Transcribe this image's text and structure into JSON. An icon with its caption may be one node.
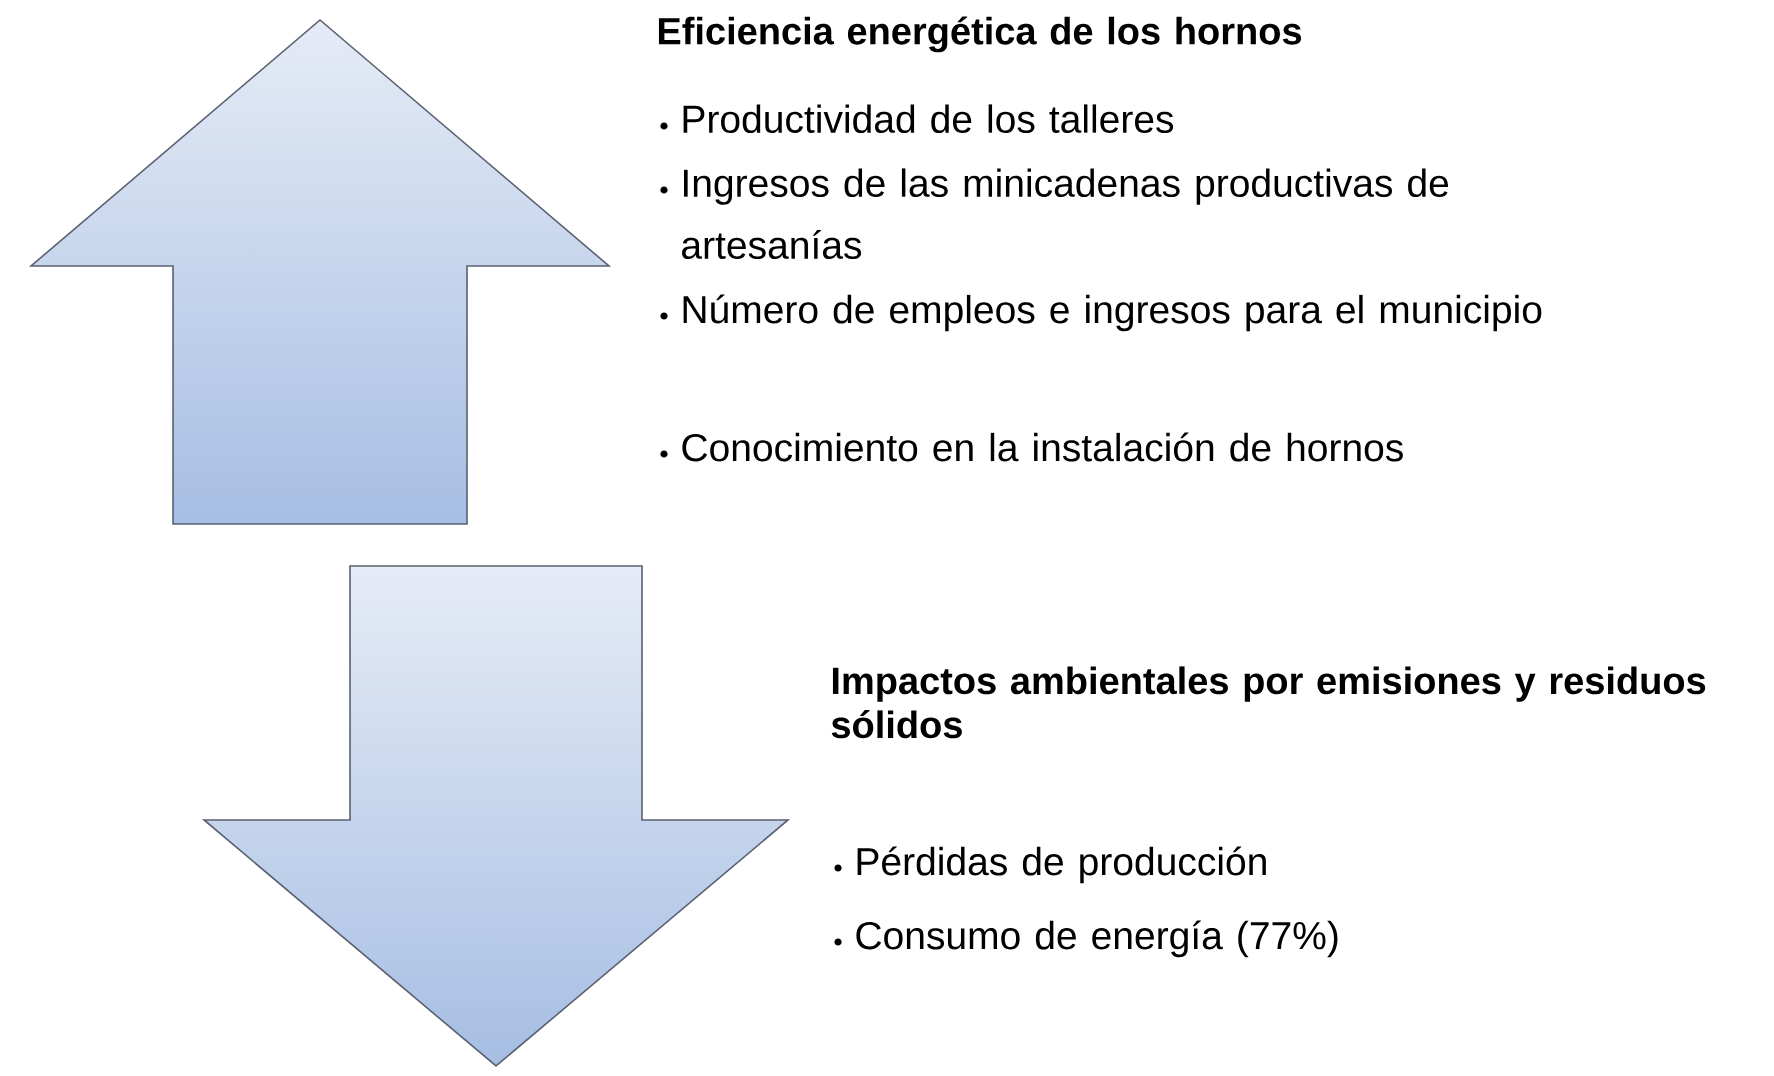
{
  "diagram": {
    "nodes": [
      {
        "text": [],
        "shape": "arrow",
        "beside": [
          "Eficiencia energética de los hornos",
          "Productividad de los talleres",
          "Ingresos de las minicadenas productivas de artesanías",
          "Número de empleos e ingresos para el municipio",
          "Conocimiento en la  instalación de hornos"
        ]
      },
      {
        "text": [],
        "shape": "arrow",
        "beside": [
          "Impactos ambientales por emisiones y residuos sólidos",
          "Pérdidas de producción",
          "Consumo de energía (77%)"
        ]
      }
    ]
  }
}
